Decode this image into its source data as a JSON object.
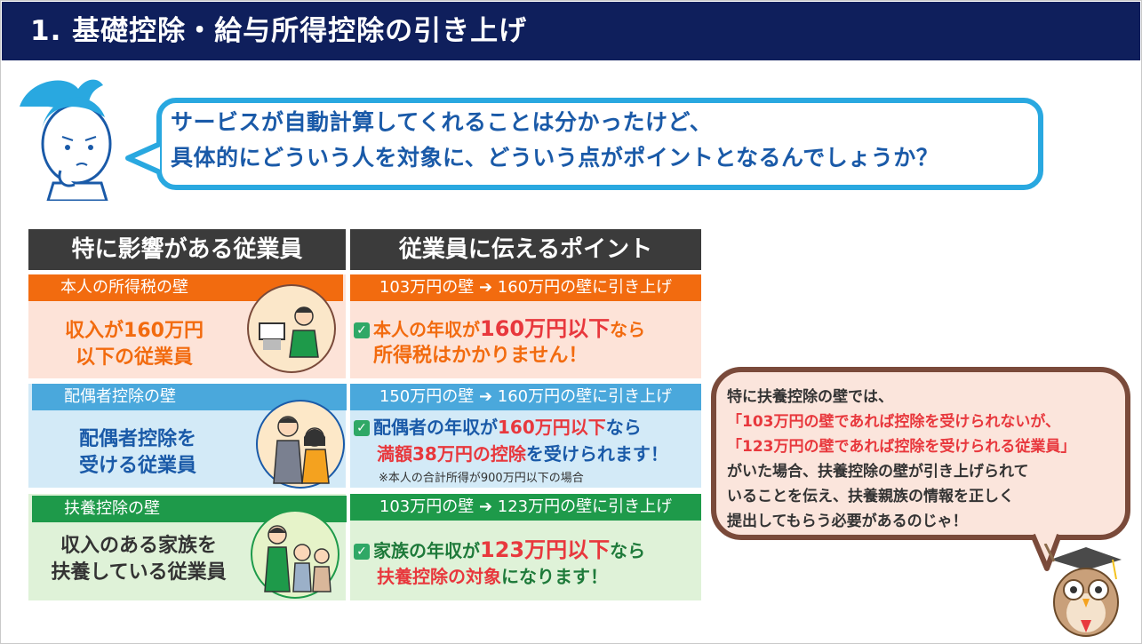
{
  "header": {
    "title": "1. 基礎控除・給与所得控除の引き上げ"
  },
  "bubble": {
    "line1": "サービスが自動計算してくれることは分かったけど、",
    "line2": "具体的にどういう人を対象に、どういう点がポイントとなるんでしょうか？"
  },
  "table": {
    "col_left": "特に影響がある従業員",
    "col_right": "従業員に伝えるポイント",
    "rows": [
      {
        "tag": "本人の所得税の壁",
        "target_line1": "収入が160万円",
        "target_line2": "以下の従業員",
        "change": "103万円の壁 ➔ 160万円の壁に引き上げ",
        "p1a": "本人の年収が",
        "p1b": "160万円以下",
        "p1c": "なら",
        "p2": "所得税はかかりません！"
      },
      {
        "tag": "配偶者控除の壁",
        "target_line1": "配偶者控除を",
        "target_line2": "受ける従業員",
        "change": "150万円の壁 ➔ 160万円の壁に引き上げ",
        "p1a": "配偶者の年収が",
        "p1b": "160万円以下",
        "p1c": "なら",
        "p2a": "満額38万円の控除",
        "p2b": "を受けられます！",
        "note": "※本人の合計所得が900万円以下の場合"
      },
      {
        "tag": "扶養控除の壁",
        "target_line1": "収入のある家族を",
        "target_line2": "扶養している従業員",
        "change": "103万円の壁 ➔ 123万円の壁に引き上げ",
        "p1a": "家族の年収が",
        "p1b": "123万円以下",
        "p1c": "なら",
        "p2a": "扶養控除の対象",
        "p2b": "になります！"
      }
    ]
  },
  "owl": {
    "l1": "特に扶養控除の壁では、",
    "l2": "「103万円の壁であれば控除を受けられないが、",
    "l3": "「123万円の壁であれば控除を受けられる従業員」",
    "l4": "がいた場合、扶養控除の壁が引き上げられて",
    "l5": "いることを伝え、扶養親族の情報を正しく",
    "l6": "提出してもらう必要があるのじゃ！"
  },
  "colors": {
    "header": "#0f1f5c",
    "bubble_border": "#29a8e0",
    "orange": "#f26b0f",
    "blue": "#4aa8dc",
    "green": "#1e9a4a",
    "pink_bg": "#fde3d8",
    "blue_bg": "#d3eaf7",
    "green_bg": "#dff2d8",
    "red": "#e8383d"
  }
}
